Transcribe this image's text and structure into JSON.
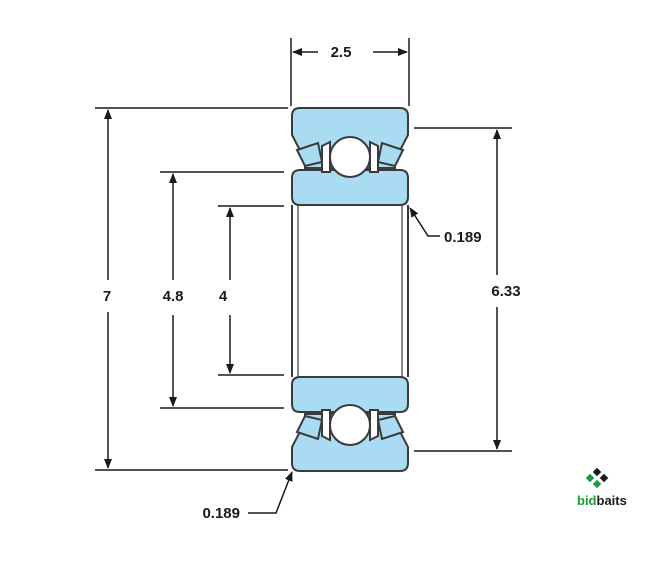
{
  "diagram": {
    "dimensions": {
      "width": "2.5",
      "outer_diameter": "7",
      "shoulder_diameter": "4.8",
      "bore_diameter": "4",
      "shield_diameter": "6.33",
      "chamfer_inner": "0.189",
      "chamfer_outer": "0.189"
    },
    "colors": {
      "ring_fill": "#a9dcf2",
      "ball_fill": "#ffffff",
      "outline": "#3a3a3a",
      "dimension_line": "#1a1a1a"
    }
  },
  "logo": {
    "text_a": "bid",
    "text_b": "baits",
    "color_a": "#1e9a3c",
    "color_b": "#1a1a1a"
  }
}
